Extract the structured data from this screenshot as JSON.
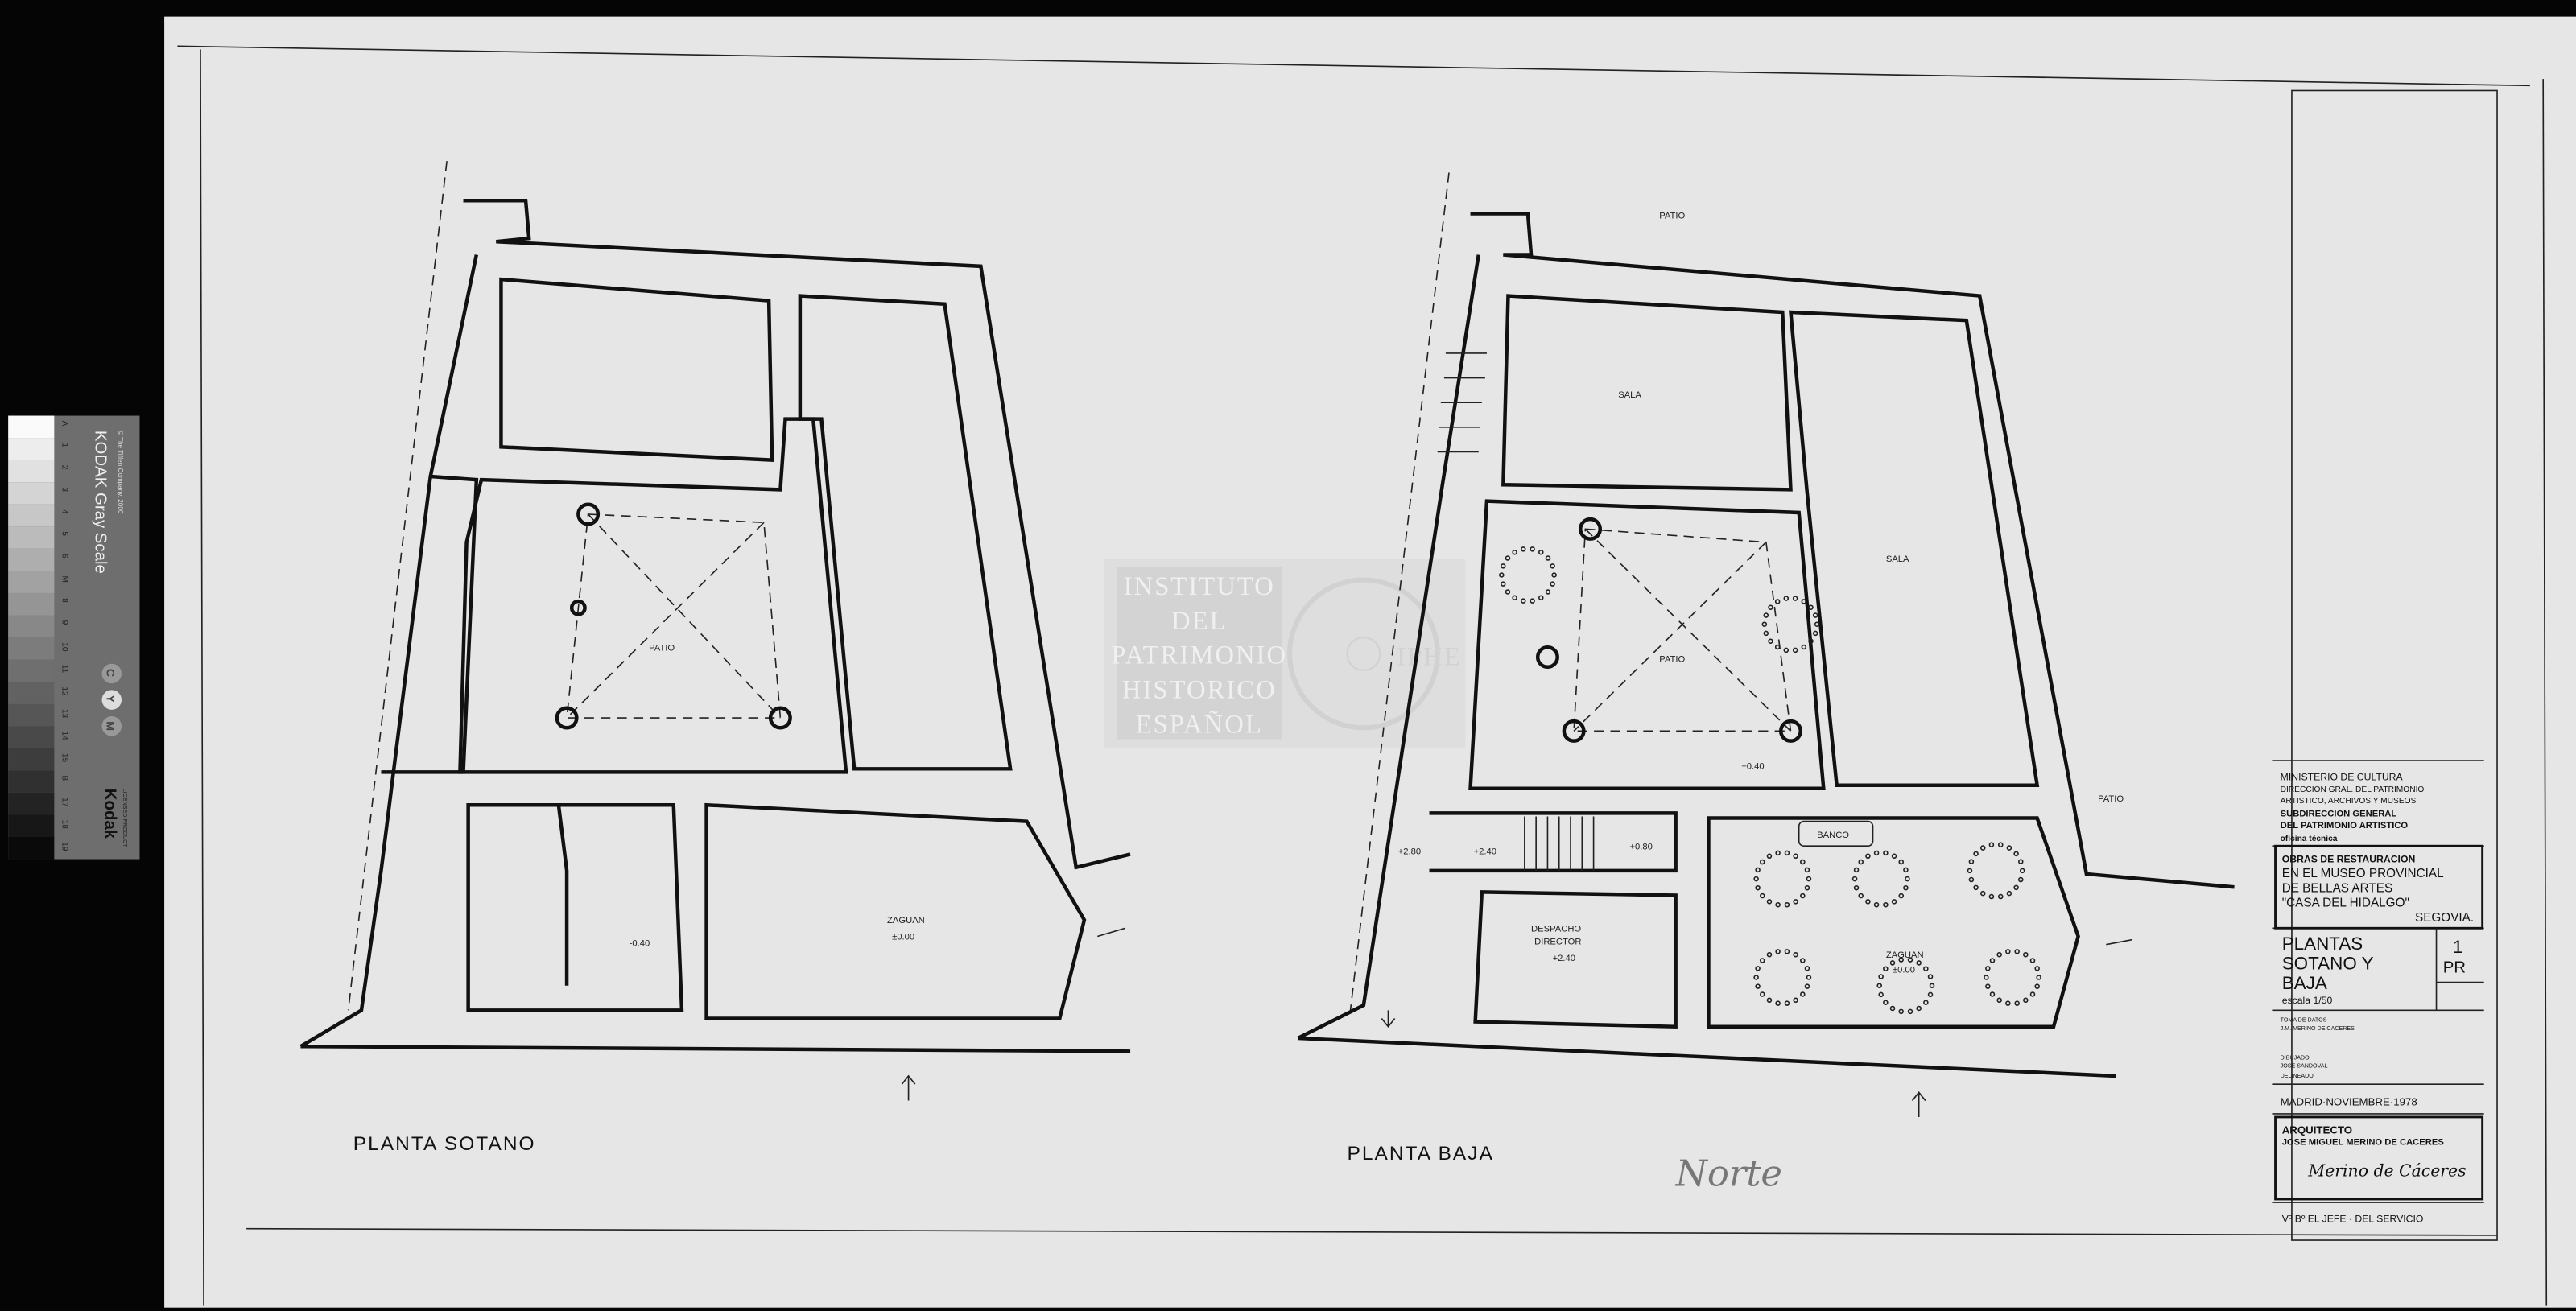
{
  "gray_scale_card": {
    "title": "KODAK Gray Scale",
    "copyright": "© The Tiffen Company, 2000",
    "brand": "Kodak",
    "licensed": "LICENSED PRODUCT",
    "steps": [
      "A",
      "1",
      "2",
      "3",
      "4",
      "5",
      "6",
      "M",
      "8",
      "9",
      "10",
      "11",
      "12",
      "13",
      "14",
      "15",
      "B",
      "17",
      "18",
      "19"
    ],
    "color_dots": [
      "C",
      "Y",
      "M"
    ]
  },
  "watermark": {
    "lines": [
      "INSTITUTO",
      "DEL",
      "PATRIMONIO",
      "HISTORICO",
      "ESPAÑOL"
    ],
    "logo_text": "IPHE"
  },
  "plan_sotano": {
    "title": "PLANTA SOTANO",
    "rooms": {
      "patio": "PATIO",
      "zaguan": "ZAGUAN",
      "zaguan_level": "±0.00",
      "level_room": "-0.40"
    }
  },
  "plan_baja": {
    "title": "PLANTA BAJA",
    "rooms": {
      "patio_top": "PATIO",
      "sala_left": "SALA",
      "sala_right": "SALA",
      "patio": "PATIO",
      "patio_level": "+0.40",
      "patio_right": "PATIO",
      "banco": "BANCO",
      "level_280": "+2.80",
      "level_240": "+2.40",
      "level_080": "+0.80",
      "despacho_1": "DESPACHO",
      "despacho_2": "DIRECTOR",
      "despacho_level": "+2.40",
      "zaguan": "ZAGUAN",
      "zaguan_level": "±0.00"
    },
    "handwritten_note": "Norte"
  },
  "title_block": {
    "ministry": [
      "MINISTERIO DE CULTURA",
      "DIRECCION GRAL. DEL PATRIMONIO",
      "ARTISTICO, ARCHIVOS Y MUSEOS"
    ],
    "subdireccion": [
      "SUBDIRECCION GENERAL",
      "DEL PATRIMONIO ARTISTICO"
    ],
    "oficina": "oficina técnica",
    "project": [
      "OBRAS DE RESTAURACION",
      "EN EL MUSEO PROVINCIAL",
      "DE BELLAS ARTES",
      "\"CASA DEL HIDALGO\"",
      "SEGOVIA."
    ],
    "sheet_title": [
      "PLANTAS",
      "SOTANO Y",
      "BAJA"
    ],
    "scale": "escala 1/50",
    "sheet_number": "1",
    "sheet_code": "PR",
    "toma_label": "TOMA DE DATOS",
    "toma_name": "J.M. MERINO DE CACERES",
    "dibujado_label": "DIBUJADO",
    "dibujado_name": "JOSE SANDOVAL",
    "delineado_label": "DELINEADO",
    "date": "MADRID·NOVIEMBRE·1978",
    "architect_label": "ARQUITECTO",
    "architect_name": "JOSE MIGUEL MERINO DE CACERES",
    "signature": "Merino de Cáceres",
    "vobo": "Vº Bº EL JEFE · DEL SERVICIO"
  }
}
